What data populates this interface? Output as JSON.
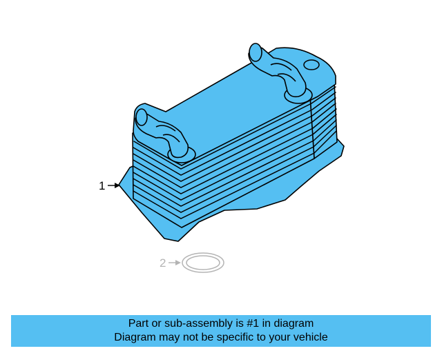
{
  "callouts": [
    {
      "number": "1",
      "part": "oil cooler",
      "highlighted": true
    },
    {
      "number": "2",
      "part": "gasket",
      "highlighted": false
    }
  ],
  "banner": {
    "line1": "Part or sub-assembly is #1 in diagram",
    "line2": "Diagram may not be specific to your vehicle"
  },
  "colors": {
    "highlight": "#55bff2",
    "outline": "#000000",
    "ghost": "#b4b4b4",
    "banner_bg": "#55bff2"
  }
}
